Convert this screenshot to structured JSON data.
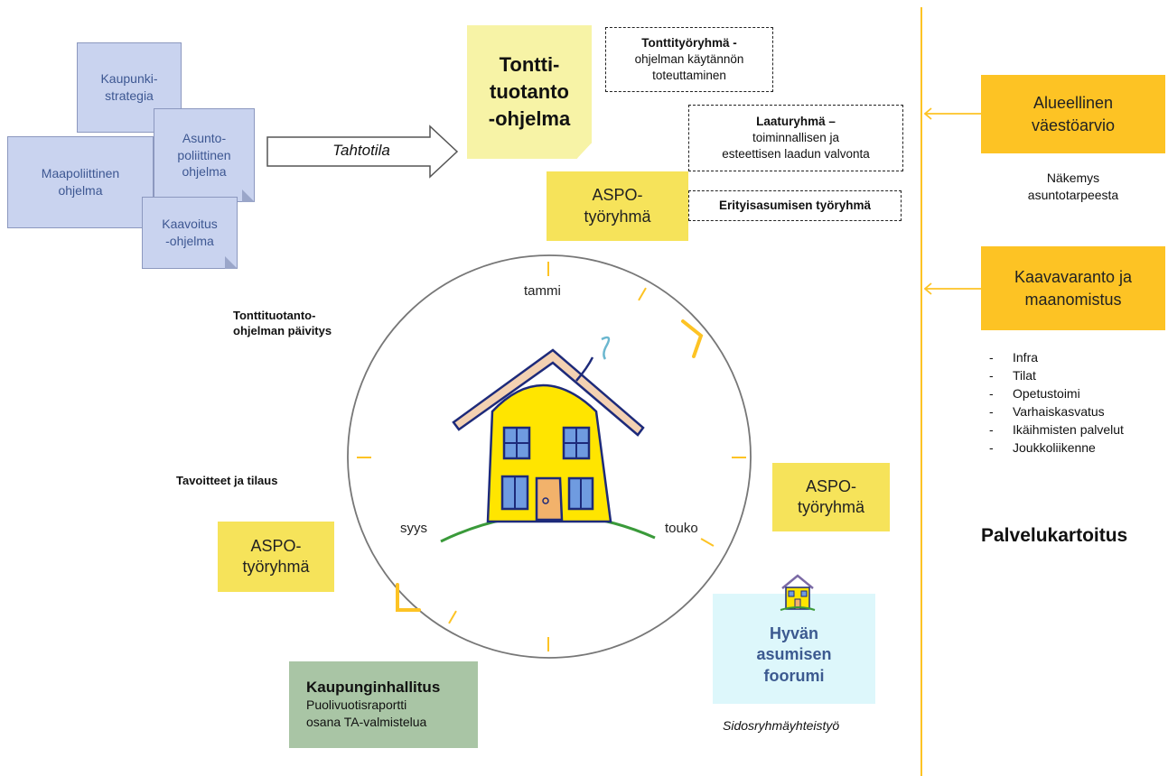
{
  "documents": {
    "kaupunkistrategia": "Kaupunki-\nstrategia",
    "asuntopoliittinen": "Asunto-\npoliittinen\nohjelma",
    "maapoliittinen": "Maapoliittinen\nohjelma",
    "kaavoitus": "Kaavoitus\n-ohjelma"
  },
  "arrow_label": "Tahtotila",
  "program_note": "Tontti-\ntuotanto\n-ohjelma",
  "workgroups": {
    "tonttityoryhma_title": "Tonttityöryhmä -",
    "tonttityoryhma_desc": "ohjelman käytännön\ntoteuttaminen",
    "laaturyhma_title": "Laaturyhmä –",
    "laaturyhma_desc": "toiminnallisen ja\nesteettisen laadun valvonta",
    "erityisasuminen": "Erityisasumisen työryhmä"
  },
  "aspo_label": "ASPO-\ntyöryhmä",
  "cycle": {
    "tammi": "tammi",
    "touko": "touko",
    "syys": "syys",
    "paivitys": "Tonttituotanto-\nohjelman päivitys",
    "tavoitteet": "Tavoitteet ja tilaus"
  },
  "kaupunginhallitus": {
    "title": "Kaupunginhallitus",
    "desc": "Puolivuotisraportti\nosana TA-valmistelua"
  },
  "foorumi": {
    "title": "Hyvän\nasumisen\nfoorumi",
    "caption": "Sidosryhmäyhteistyö"
  },
  "right_panel": {
    "alueellinen": "Alueellinen\nväestöarvio",
    "nakemys": "Näkemys\nasuntotarpeesta",
    "kaavavaranto": "Kaavavaranto ja\nmaanomistus",
    "list": [
      "Infra",
      "Tilat",
      "Opetustoimi",
      "Varhaiskasvatus",
      "Ikäihmisten palvelut",
      "Joukkoliikenne"
    ],
    "palvelukartoitus": "Palvelukartoitus"
  },
  "colors": {
    "doc_blue": "#c9d3ef",
    "doc_text": "#3d5792",
    "yellow": "#f6e35a",
    "orange": "#fdc324",
    "green": "#a9c5a5",
    "light_cyan": "#ddf7fb",
    "divider": "#fdc324"
  }
}
